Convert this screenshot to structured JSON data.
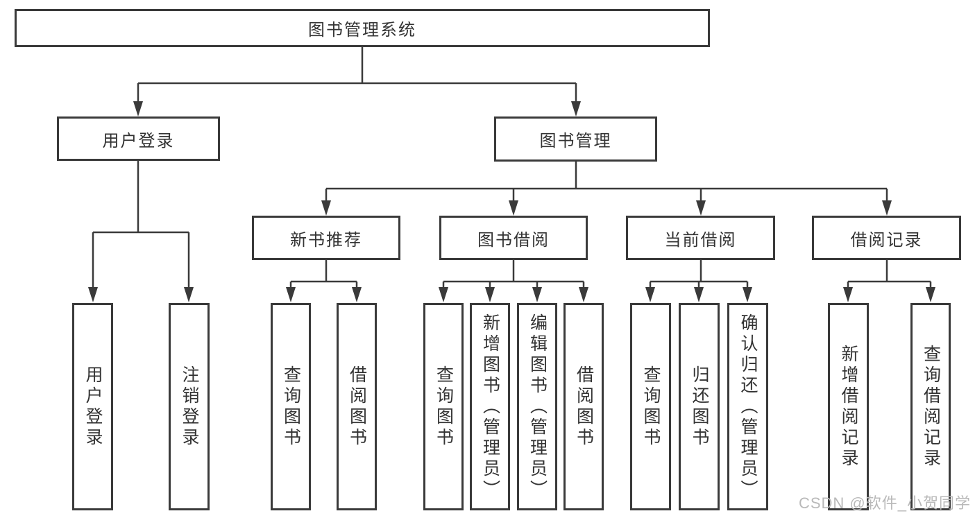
{
  "diagram": {
    "type": "hierarchy-tree",
    "tree": {
      "label": "图书管理系统",
      "children": [
        {
          "label": "用户登录",
          "children": [
            {
              "label": "用户登录"
            },
            {
              "label": "注销登录"
            }
          ]
        },
        {
          "label": "图书管理",
          "children": [
            {
              "label": "新书推荐",
              "children": [
                {
                  "label": "查询图书"
                },
                {
                  "label": "借阅图书"
                }
              ]
            },
            {
              "label": "图书借阅",
              "children": [
                {
                  "label": "查询图书"
                },
                {
                  "label": "新增图书（管理员）"
                },
                {
                  "label": "编辑图书（管理员）"
                },
                {
                  "label": "借阅图书"
                }
              ]
            },
            {
              "label": "当前借阅",
              "children": [
                {
                  "label": "查询图书"
                },
                {
                  "label": "归还图书"
                },
                {
                  "label": "确认归还（管理员）"
                }
              ]
            },
            {
              "label": "借阅记录",
              "children": [
                {
                  "label": "新增借阅记录"
                },
                {
                  "label": "查询借阅记录"
                }
              ]
            }
          ]
        }
      ]
    },
    "colors": {
      "line": "#3a3a3a",
      "text": "#333333",
      "background": "#ffffff",
      "watermark_color": "#b9b9b9"
    }
  },
  "watermark": {
    "text": "CSDN @软件_小贺同学"
  }
}
